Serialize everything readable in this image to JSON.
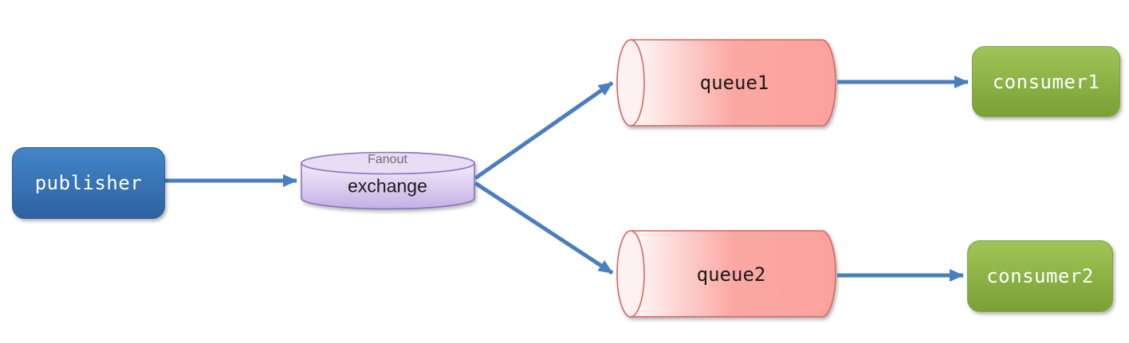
{
  "diagram": {
    "type": "message-broker-fanout-topology",
    "background": "#ffffff",
    "arrow_color": "#4a7ebf",
    "nodes": {
      "publisher": {
        "label": "publisher",
        "shape": "rounded-rect",
        "fill_top": "#4286c8",
        "fill_bottom": "#2e61a2",
        "text_color": "#ffffff"
      },
      "exchange": {
        "label": "exchange",
        "annotation": "Fanout",
        "shape": "cylinder-vertical",
        "fill_light": "#f2ecfb",
        "fill_dark": "#c5afe4",
        "stroke": "#8d72be",
        "text_color": "#1a1a1a",
        "annotation_color": "#6e6e6e"
      },
      "queue1": {
        "label": "queue1",
        "shape": "cylinder-horizontal",
        "fill_light": "#fefbfb",
        "fill_dark": "#fba8a3",
        "stroke": "#d96560",
        "text_color": "#1a1a1a"
      },
      "queue2": {
        "label": "queue2",
        "shape": "cylinder-horizontal",
        "fill_light": "#fefbfb",
        "fill_dark": "#fba8a3",
        "stroke": "#d96560",
        "text_color": "#1a1a1a"
      },
      "consumer1": {
        "label": "consumer1",
        "shape": "rounded-rect",
        "fill_top": "#a0c457",
        "fill_bottom": "#7aa136",
        "text_color": "#ffffff"
      },
      "consumer2": {
        "label": "consumer2",
        "shape": "rounded-rect",
        "fill_top": "#a0c457",
        "fill_bottom": "#7aa136",
        "text_color": "#ffffff"
      }
    },
    "edges": [
      {
        "from": "publisher",
        "to": "exchange"
      },
      {
        "from": "exchange",
        "to": "queue1"
      },
      {
        "from": "exchange",
        "to": "queue2"
      },
      {
        "from": "queue1",
        "to": "consumer1"
      },
      {
        "from": "queue2",
        "to": "consumer2"
      }
    ]
  }
}
